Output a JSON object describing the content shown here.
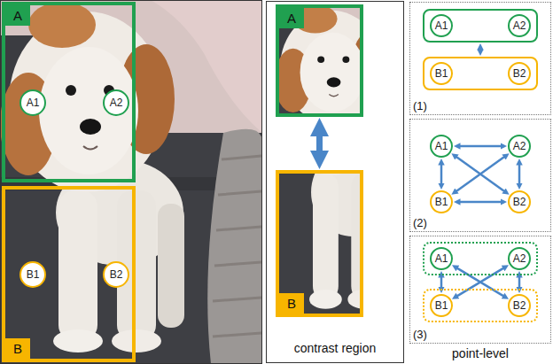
{
  "diagram": {
    "nodes": [
      {
        "text": [
          "A"
        ]
      },
      {
        "text": [
          "A1"
        ],
        "in": 0
      },
      {
        "text": [
          "A2"
        ],
        "in": 0
      },
      {
        "text": [
          "B"
        ]
      },
      {
        "text": [
          "B1"
        ],
        "in": 3
      },
      {
        "text": [
          "B2"
        ],
        "in": 3
      },
      {
        "text": [
          "contrast region"
        ]
      },
      {
        "text": [
          "A"
        ],
        "in": 6
      },
      {
        "text": [
          "B"
        ],
        "in": 6
      },
      {
        "text": [
          "(1)"
        ]
      },
      {
        "text": [],
        "in": 9
      },
      {
        "text": [
          "A1"
        ],
        "in": 10
      },
      {
        "text": [
          "A2"
        ],
        "in": 10
      },
      {
        "text": [],
        "in": 9
      },
      {
        "text": [
          "B1"
        ],
        "in": 13
      },
      {
        "text": [
          "B2"
        ],
        "in": 13
      },
      {
        "text": [
          "(2)"
        ]
      },
      {
        "text": [
          "A1"
        ],
        "in": 16
      },
      {
        "text": [
          "A2"
        ],
        "in": 16
      },
      {
        "text": [
          "B1"
        ],
        "in": 16
      },
      {
        "text": [
          "B2"
        ],
        "in": 16
      },
      {
        "text": [
          "(3)"
        ]
      },
      {
        "text": [],
        "in": 21
      },
      {
        "text": [
          "A1"
        ],
        "in": 22
      },
      {
        "text": [
          "A2"
        ],
        "in": 22
      },
      {
        "text": [],
        "in": 21
      },
      {
        "text": [
          "B1"
        ],
        "in": 25
      },
      {
        "text": [
          "B2"
        ],
        "in": 25
      }
    ],
    "edges": [
      {
        "from": 7,
        "to": 8,
        "arrow": "both"
      },
      {
        "from": 10,
        "to": 13,
        "arrow": "both"
      },
      {
        "from": 17,
        "to": 18,
        "arrow": "both"
      },
      {
        "from": 19,
        "to": 20,
        "arrow": "both"
      },
      {
        "from": 17,
        "to": 19,
        "arrow": "both"
      },
      {
        "from": 18,
        "to": 20,
        "arrow": "both"
      },
      {
        "from": 17,
        "to": 20,
        "arrow": "both"
      },
      {
        "from": 18,
        "to": 19,
        "arrow": "both"
      },
      {
        "from": 23,
        "to": 26,
        "arrow": "both"
      },
      {
        "from": 24,
        "to": 27,
        "arrow": "both"
      },
      {
        "from": 23,
        "to": 27,
        "arrow": "both"
      },
      {
        "from": 24,
        "to": 26,
        "arrow": "both"
      }
    ],
    "labels": [
      "point-level"
    ]
  }
}
